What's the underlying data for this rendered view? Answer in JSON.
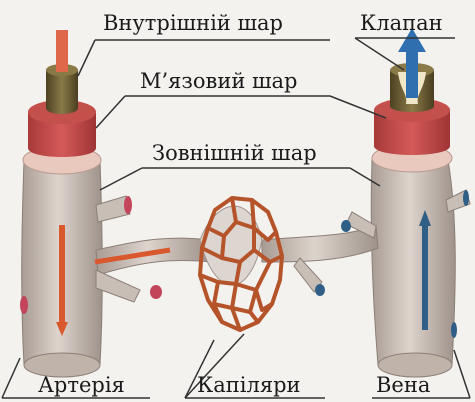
{
  "labels": {
    "inner_layer": "Внутрішній шар",
    "valve": "Клапан",
    "muscle_layer": "М’язовий шар",
    "outer_layer": "Зовнішній шар",
    "artery": "Артерія",
    "capillaries": "Капіляри",
    "vein": "Вена"
  },
  "colors": {
    "vessel_wall": "#cdc3bb",
    "muscle": "#c8484a",
    "outer_ring": "#e9c9bd",
    "inner_ring": "#6a5a30",
    "arterial_flow": "#d9582e",
    "venous_flow": "#2f5f86",
    "capillary": "#b5532a",
    "background": "#f4f2ee"
  }
}
